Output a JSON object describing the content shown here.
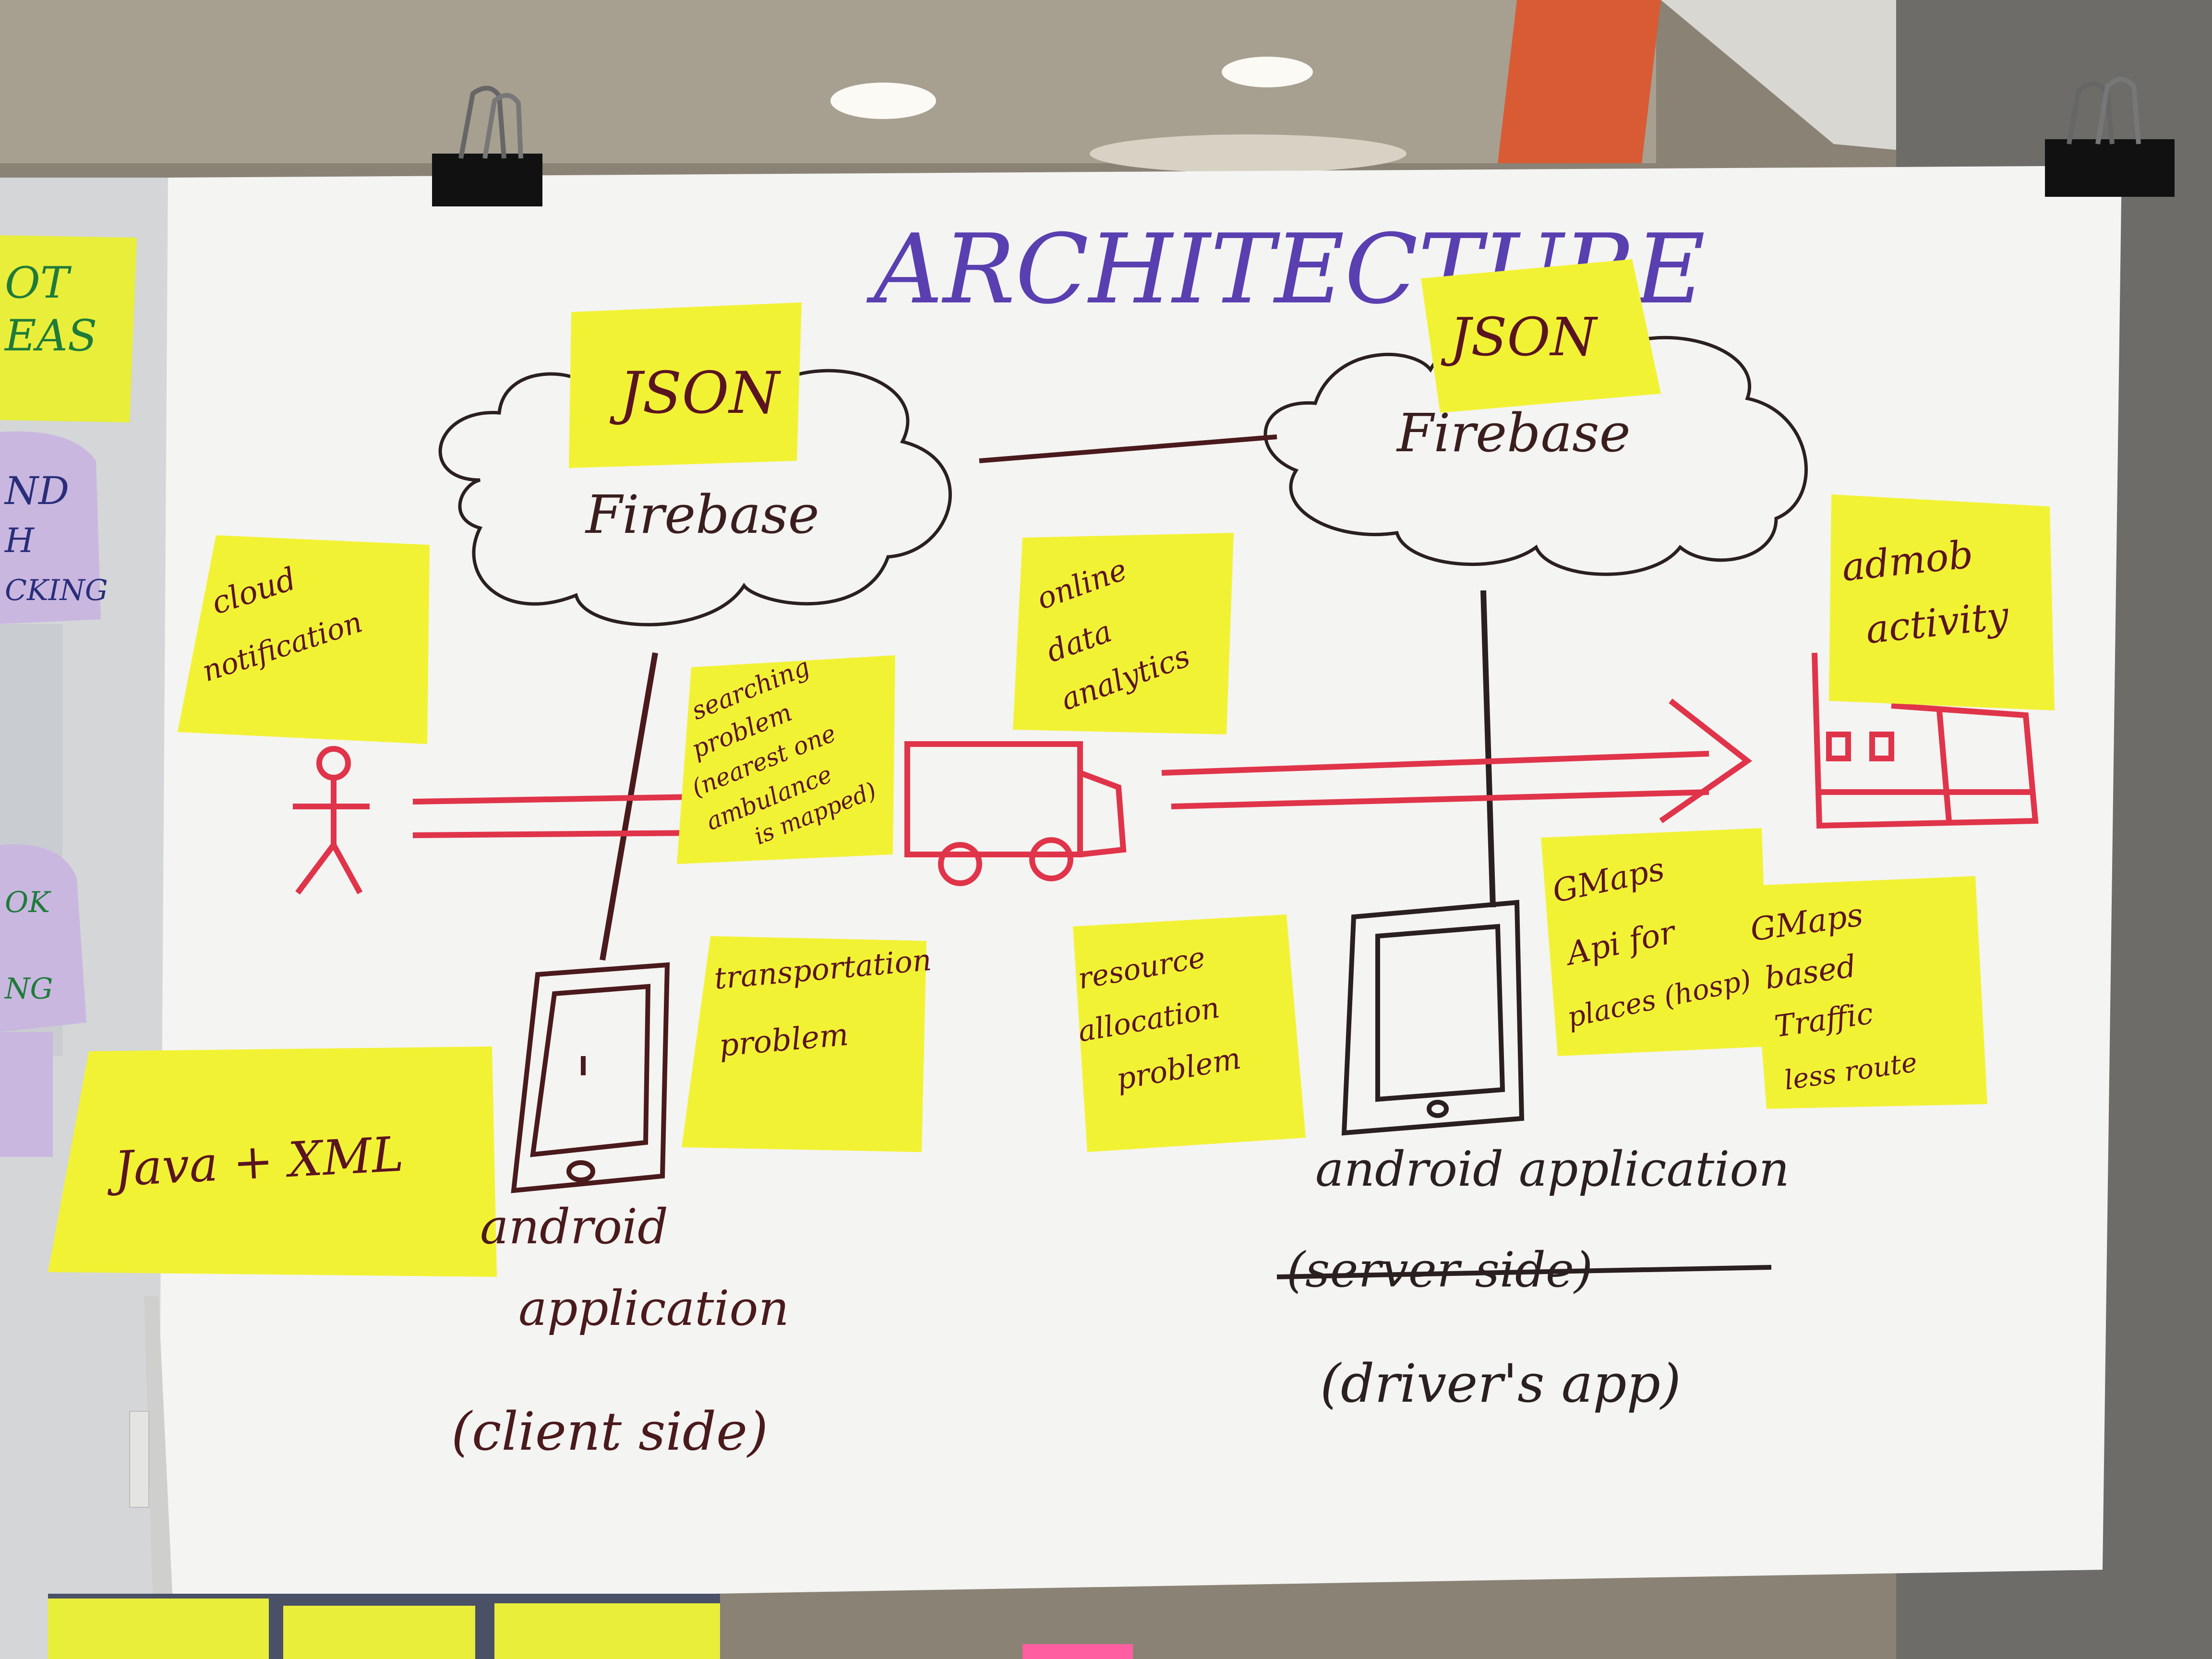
{
  "title": "ARCHITECTURE",
  "clouds": [
    {
      "label": "Firebase",
      "note": "JSON"
    },
    {
      "label": "Firebase",
      "note": "JSON"
    }
  ],
  "stickies": {
    "cloud_notification": [
      "cloud",
      "notification"
    ],
    "searching_problem": [
      "searching",
      "problem",
      "(nearest one",
      "ambulance",
      "is mapped)"
    ],
    "online_data_analytics": [
      "online",
      "data",
      "analytics"
    ],
    "admob_activity": [
      "admob",
      "activity"
    ],
    "transportation_problem": [
      "transportation",
      "problem"
    ],
    "resource_allocation_problem": [
      "resource",
      "allocation",
      "problem"
    ],
    "gmaps_api": [
      "GMaps",
      "Api for",
      "places (hosp)"
    ],
    "gmaps_traffic": [
      "GMaps",
      "based",
      "Traffic",
      "less route"
    ],
    "java_xml": "Java + XML"
  },
  "client_app_label": [
    "android",
    "application",
    "(client side)"
  ],
  "driver_app_label": [
    "android application",
    "(server side)",
    "(driver's app)"
  ],
  "left_wall_notes": [
    "OT",
    "EAS",
    "ND",
    "H",
    "CKING",
    "OK",
    "NG"
  ],
  "colors": {
    "sticky": "#f2f235",
    "marker_red": "#e0344a",
    "marker_brown": "#4a1a1c",
    "marker_purple": "#5a3fb0",
    "paper": "#f4f4f2"
  },
  "icons": [
    "person-icon",
    "truck-icon",
    "hospital-icon",
    "tablet-icon",
    "binder-clip-icon"
  ]
}
